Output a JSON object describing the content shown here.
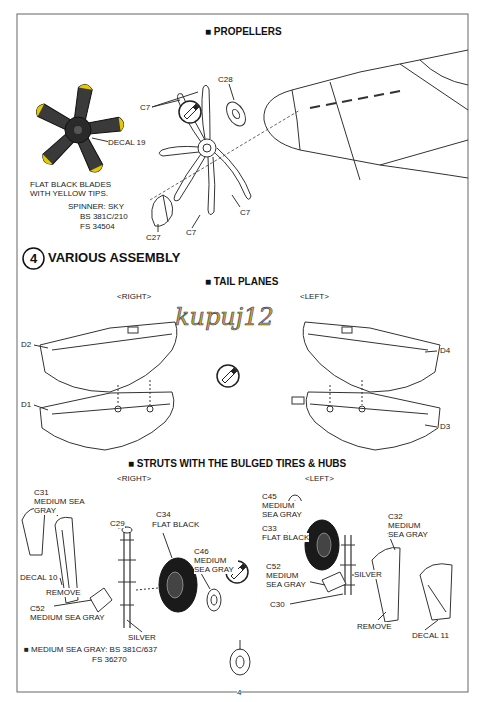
{
  "diagram": {
    "nodes": [
      {
        "text": [
          "4"
        ]
      }
    ],
    "labels": [
      "■ PROPELLERS",
      "C28",
      "C7",
      "DECAL 19",
      "FLAT BLACK BLADES WITH YELLOW TIPS.",
      "SPINNER: SKY",
      "BS 381C/210",
      "FS 34504",
      "C7",
      "C7",
      "C27",
      "VARIOUS ASSEMBLY",
      "■ TAIL PLANES",
      "<RIGHT>",
      "<LEFT>",
      "D2",
      "D1",
      "D4",
      "D3",
      "kupuj12",
      "■ STRUTS WITH THE BULGED TIRES & HUBS",
      "<RIGHT>",
      "<LEFT>",
      "C31",
      "MEDIUM SEA GRAY",
      "C29",
      "C34",
      "FLAT BLACK",
      "C46",
      "MEDIUM SEA GRAY",
      "DECAL 10",
      "REMOVE",
      "C52",
      "MEDIUM SEA GRAY",
      "SILVER",
      "C45",
      "MEDIUM SEA GRAY",
      "C33",
      "FLAT BLACK",
      "C32",
      "MEDIUM SEA GRAY",
      "SILVER",
      "C52",
      "MEDIUM SEA GRAY",
      "C30",
      "REMOVE",
      "DECAL 11",
      "■ MEDIUM SEA GRAY: BS 381C/637",
      "FS 36270",
      "4"
    ]
  }
}
